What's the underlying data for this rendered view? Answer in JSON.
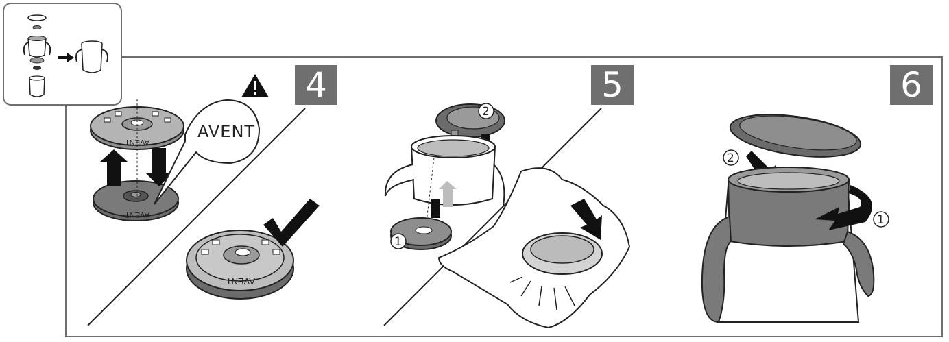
{
  "steps": [
    {
      "number": "4"
    },
    {
      "number": "5"
    },
    {
      "number": "6"
    }
  ],
  "callouts": {
    "step5_first": "1",
    "step5_second": "2",
    "step6_first": "1",
    "step6_second": "2"
  },
  "brand": {
    "logo_text": "AVENT",
    "disc_text": "AVENT"
  },
  "icons": {
    "warning": "warning-triangle-icon",
    "check": "checkmark-icon",
    "arrow": "arrow-icon"
  },
  "colors": {
    "badge": "#6f6f6f",
    "part_dark": "#6b6b6b",
    "part_mid": "#9a9a9a",
    "part_light": "#bdbdbd",
    "line": "#1a1a1a"
  }
}
